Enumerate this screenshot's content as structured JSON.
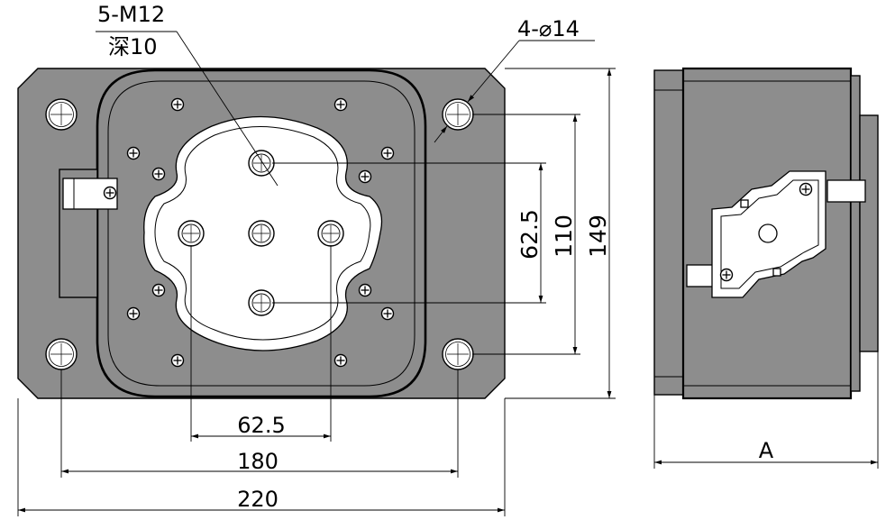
{
  "labels": {
    "thread_callout": "5-M12",
    "thread_depth": "深10",
    "hole_callout": "4-⌀14",
    "dim_inner_horizontal": "62.5",
    "dim_hole_spacing_horizontal": "180",
    "dim_overall_width": "220",
    "dim_inner_vertical": "62.5",
    "dim_hole_spacing_vertical": "110",
    "dim_overall_height": "149",
    "dim_side_width": "A"
  },
  "colors": {
    "line": "#000000",
    "fill_gray": "#8d8d8d",
    "fill_white": "#ffffff"
  }
}
